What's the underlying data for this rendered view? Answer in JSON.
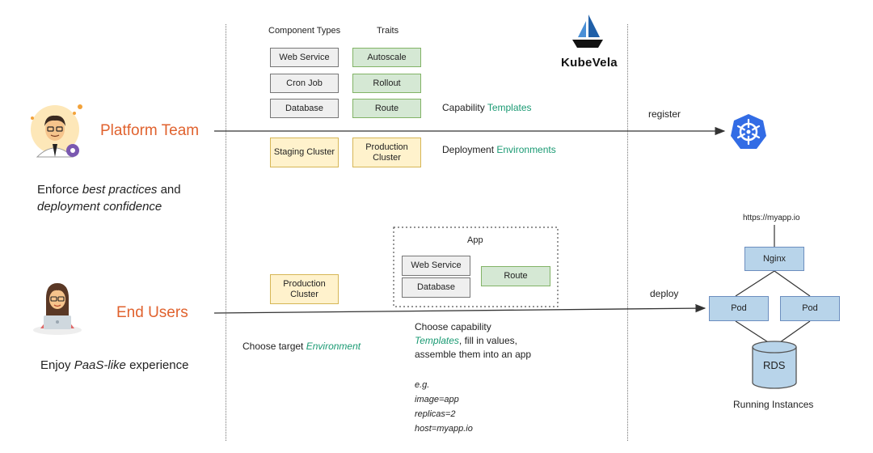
{
  "kubevela": {
    "brand": "KubeVela"
  },
  "columns": {
    "component_types": "Component Types",
    "traits": "Traits"
  },
  "component_types": [
    "Web Service",
    "Cron Job",
    "Database"
  ],
  "traits": [
    "Autoscale",
    "Rollout",
    "Route"
  ],
  "capability": {
    "prefix": "Capability",
    "accent": "Templates"
  },
  "environments": {
    "staging": "Staging Cluster",
    "production": "Production Cluster",
    "prefix": "Deployment",
    "accent": "Environments"
  },
  "platform_team": {
    "title": "Platform Team",
    "desc_pre": "Enforce ",
    "desc_em": "best practices",
    "desc_post": " and",
    "desc_line2": "deployment confidence"
  },
  "end_users": {
    "title": "End Users",
    "desc_pre": "Enjoy ",
    "desc_em": "PaaS-like",
    "desc_post": " experience"
  },
  "app": {
    "title": "App",
    "web_service": "Web Service",
    "database": "Database",
    "route": "Route"
  },
  "end_user_cluster": "Production Cluster",
  "choose_target": {
    "prefix": "Choose target",
    "accent": "Environment"
  },
  "choose_capability": {
    "line1": "Choose capability",
    "accent": "Templates",
    "line2_rest": ", fill in values,",
    "line3": "assemble them into an app"
  },
  "example": [
    "e.g.",
    "image=app",
    "replicas=2",
    "host=myapp.io"
  ],
  "arrows": {
    "register": "register",
    "deploy": "deploy"
  },
  "running": {
    "url": "https://myapp.io",
    "nginx": "Nginx",
    "pod1": "Pod",
    "pod2": "Pod",
    "rds": "RDS",
    "caption": "Running Instances"
  },
  "colors": {
    "accent": "#1a9a73",
    "team": "#e0622e",
    "kube_blue": "#326ce5",
    "green_box": "#d5e8d4",
    "yellow_box": "#fff2cc",
    "blue_box": "#b8d4ea"
  }
}
